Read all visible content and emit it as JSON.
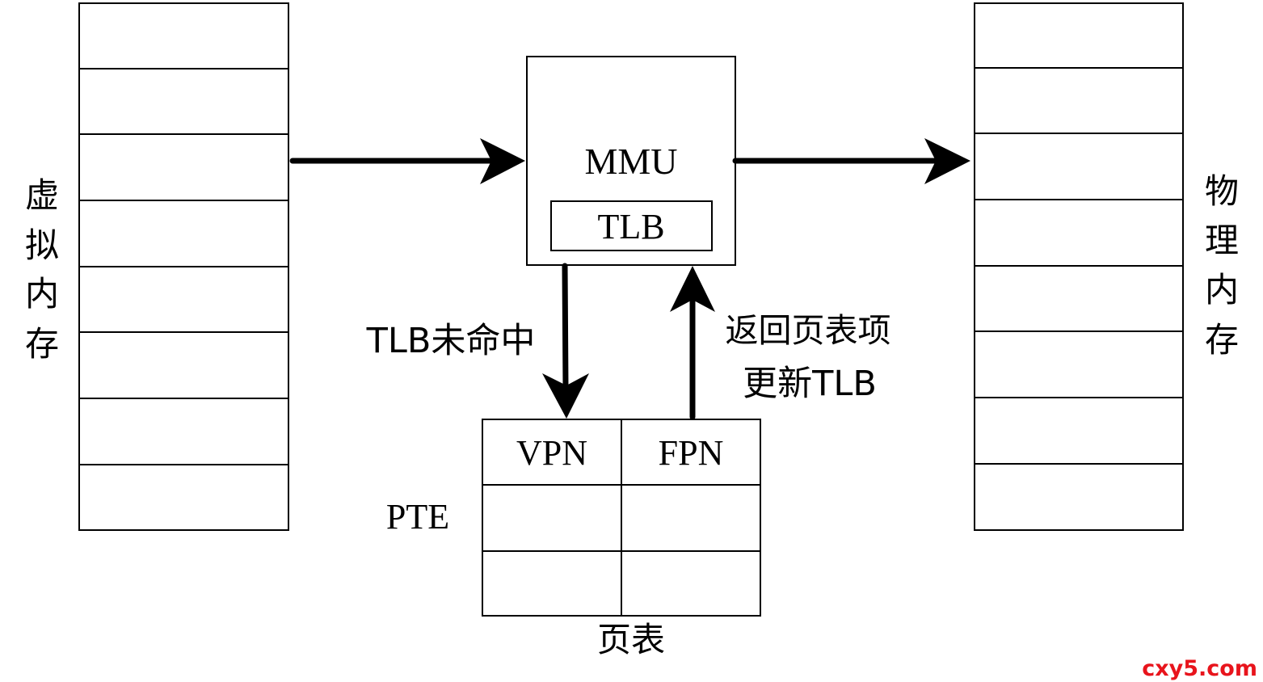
{
  "labels": {
    "virtual_memory": [
      "虚",
      "拟",
      "内",
      "存"
    ],
    "physical_memory": [
      "物",
      "理",
      "内",
      "存"
    ],
    "mmu": "MMU",
    "tlb": "TLB",
    "tlb_miss": "TLB未命中",
    "return_pte": "返回页表项",
    "update_tlb": "更新TLB",
    "vpn": "VPN",
    "fpn": "FPN",
    "pte": "PTE",
    "page_table": "页表",
    "watermark": "cxy5.com"
  },
  "colors": {
    "stroke": "#000000",
    "watermark": "#e8141c",
    "background": "#ffffff"
  }
}
